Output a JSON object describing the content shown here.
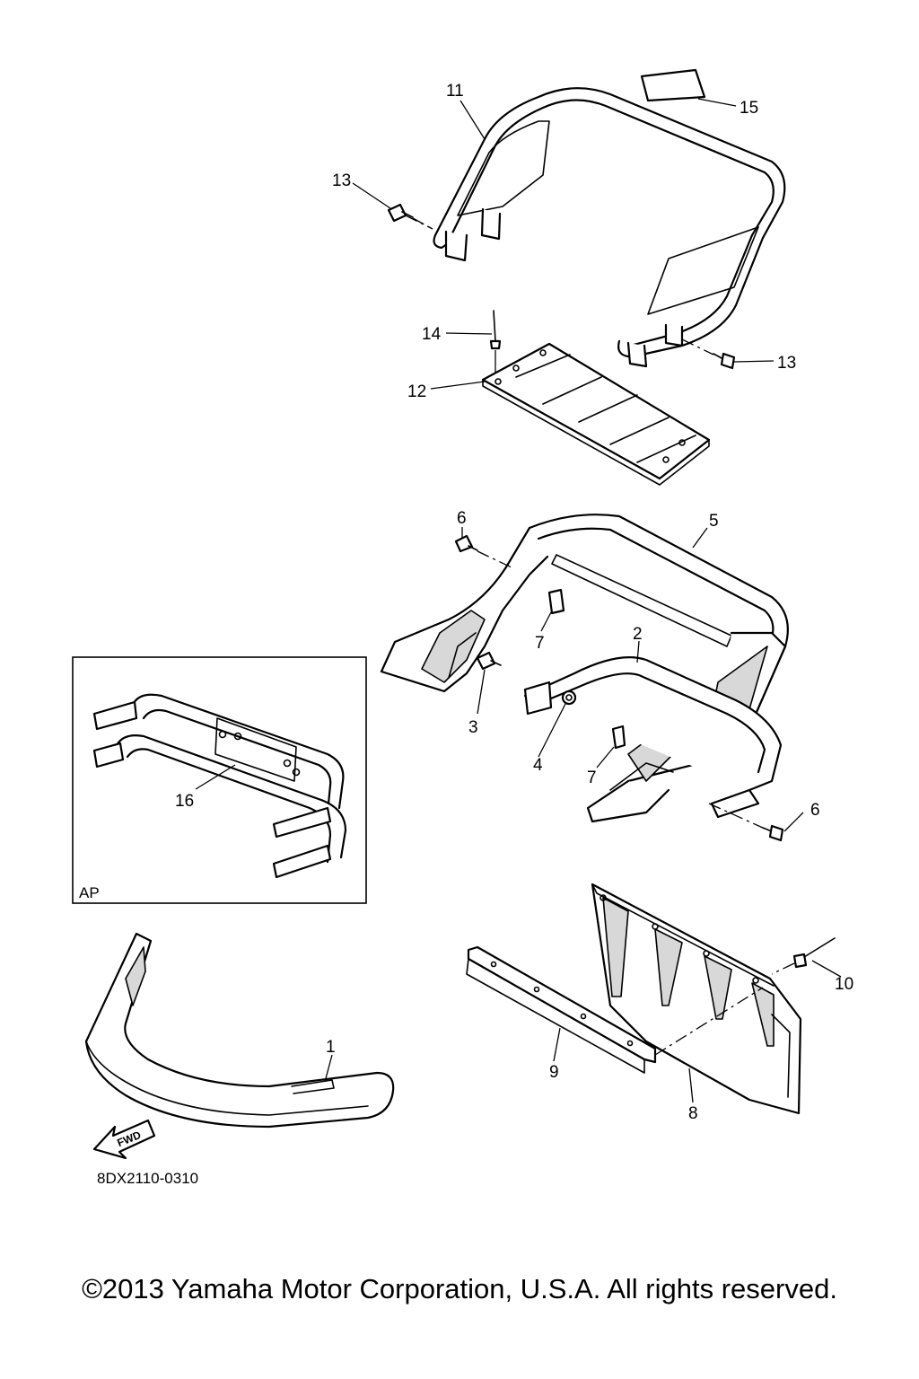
{
  "callouts": {
    "p1": "1",
    "p2": "2",
    "p3": "3",
    "p4": "4",
    "p5": "5",
    "p6a": "6",
    "p6b": "6",
    "p7a": "7",
    "p7b": "7",
    "p8": "8",
    "p9": "9",
    "p10": "10",
    "p11": "11",
    "p12": "12",
    "p13a": "13",
    "p13b": "13",
    "p14": "14",
    "p15": "15",
    "p16": "16"
  },
  "inset_label": "AP",
  "fwd_label": "FWD",
  "diagram_code": "8DX2110-0310",
  "copyright": "©2013 Yamaha Motor Corporation, U.S.A. All rights reserved."
}
